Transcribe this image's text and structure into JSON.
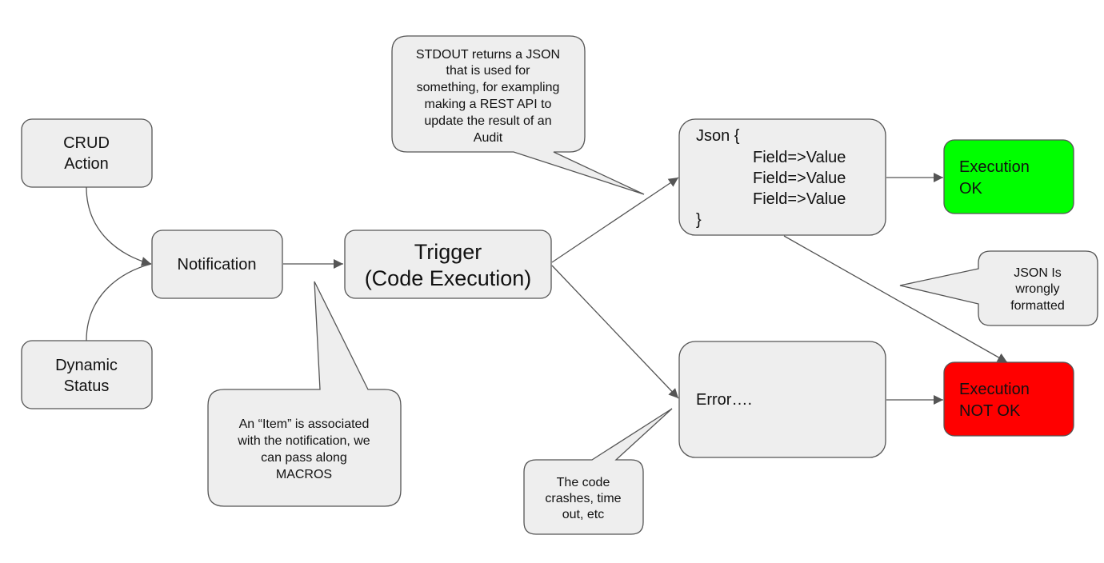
{
  "nodes": {
    "crud": {
      "line1": "CRUD",
      "line2": "Action"
    },
    "dynamic": {
      "line1": "Dynamic",
      "line2": "Status"
    },
    "notification": {
      "label": "Notification"
    },
    "trigger": {
      "line1": "Trigger",
      "line2": "(Code Execution)"
    },
    "json": {
      "open": "Json {",
      "field1": "Field=>Value",
      "field2": "Field=>Value",
      "field3": "Field=>Value",
      "close": "}"
    },
    "error": {
      "label": "Error…."
    },
    "ok": {
      "line1": "Execution",
      "line2": "OK"
    },
    "notok": {
      "line1": "Execution",
      "line2": "NOT OK"
    }
  },
  "callouts": {
    "stdout": {
      "line1": "STDOUT returns a JSON",
      "line2": "that is used for",
      "line3": "something, for exampling",
      "line4": "making a REST API to",
      "line5": "update the result of an",
      "line6": "Audit"
    },
    "item": {
      "line1": "An “Item” is associated",
      "line2": "with the notification, we",
      "line3": "can pass along",
      "line4": "MACROS"
    },
    "crash": {
      "line1": "The code",
      "line2": "crashes, time",
      "line3": "out, etc"
    },
    "wrong": {
      "line1": "JSON Is",
      "line2": "wrongly",
      "line3": "formatted"
    }
  },
  "colors": {
    "node_fill": "#eeeeee",
    "node_stroke": "#555555",
    "ok_fill": "#00ff00",
    "notok_fill": "#ff0000",
    "line": "#555555"
  }
}
